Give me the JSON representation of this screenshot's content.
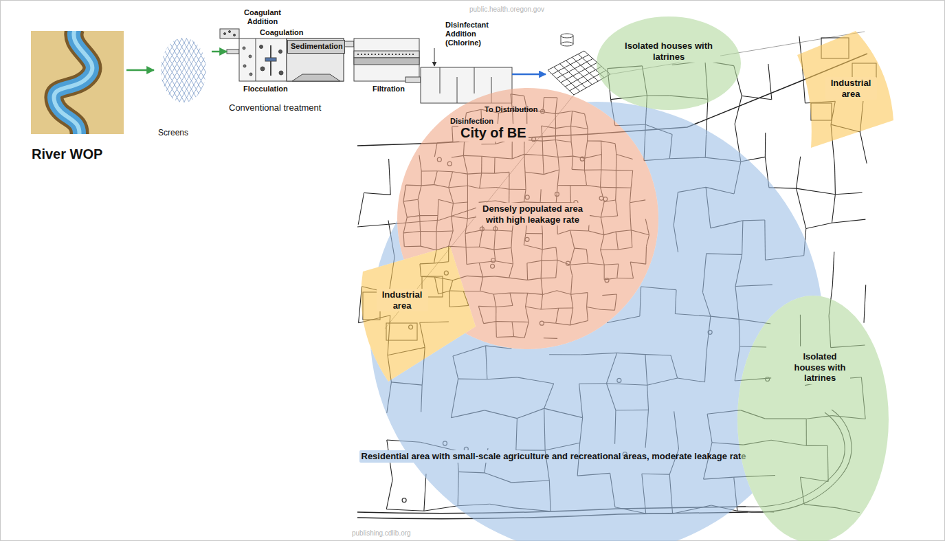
{
  "diagram": {
    "nodes": [
      {
        "text": [
          "River WOP"
        ]
      },
      {
        "text": [
          "Screens"
        ]
      },
      {
        "text": [
          "Conventional treatment"
        ]
      },
      {
        "text": [
          "Sedimentation"
        ],
        "in": 2
      },
      {
        "text": [
          "City of BE"
        ]
      },
      {
        "text": [
          "Isolated houses with latrines"
        ],
        "in": 4
      },
      {
        "text": [
          "Industrial area"
        ],
        "in": 4
      },
      {
        "text": [
          "Densely populated area with high leakage rate"
        ],
        "in": 4
      },
      {
        "text": [
          "Industrial area"
        ],
        "in": 4
      },
      {
        "text": [
          "Residential area with small-scale agriculture and recreational areas, moderate leakage rate"
        ],
        "in": 4
      },
      {
        "text": [
          "Isolated houses with latrines"
        ],
        "in": 4
      }
    ],
    "edges": [
      {
        "from": 0,
        "to": 1,
        "arrow": "to"
      },
      {
        "from": 1,
        "to": 2,
        "arrow": "to"
      }
    ],
    "labels": [
      "public.health.oregon.gov",
      "Coagulant Addition",
      "Coagulation",
      "Disinfectant Addition (Chlorine)",
      "Flocculation",
      "Filtration",
      "To Distribution",
      "Disinfection",
      "publishing.cdlib.org"
    ]
  }
}
